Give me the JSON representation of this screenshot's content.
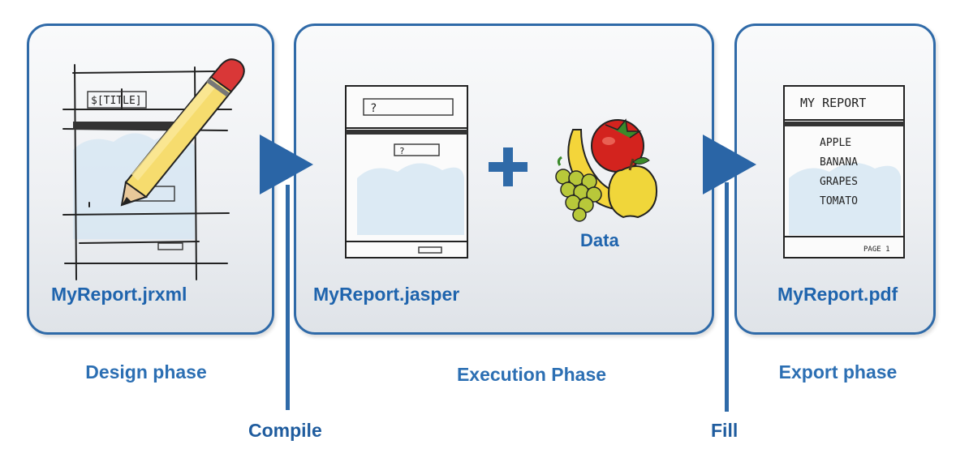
{
  "panels": {
    "design": {
      "file": "MyReport.jrxml",
      "phase": "Design phase",
      "sketch_text": "$[TITLE]"
    },
    "execution": {
      "file": "MyReport.jasper",
      "phase": "Execution Phase",
      "data_label": "Data",
      "field_marks": [
        "?",
        "?"
      ]
    },
    "export": {
      "file": "MyReport.pdf",
      "phase": "Export phase",
      "report_title": "MY REPORT",
      "report_items": [
        "APPLE",
        "BANANA",
        "GRAPES",
        "TOMATO"
      ],
      "page_label": "PAGE 1"
    }
  },
  "steps": {
    "compile": "Compile",
    "fill": "Fill"
  },
  "colors": {
    "accent": "#2f6aa8",
    "label": "#1f64ad"
  },
  "icons": [
    "pencil-icon",
    "plus-icon",
    "fruit-icon",
    "arrow-right-icon"
  ]
}
